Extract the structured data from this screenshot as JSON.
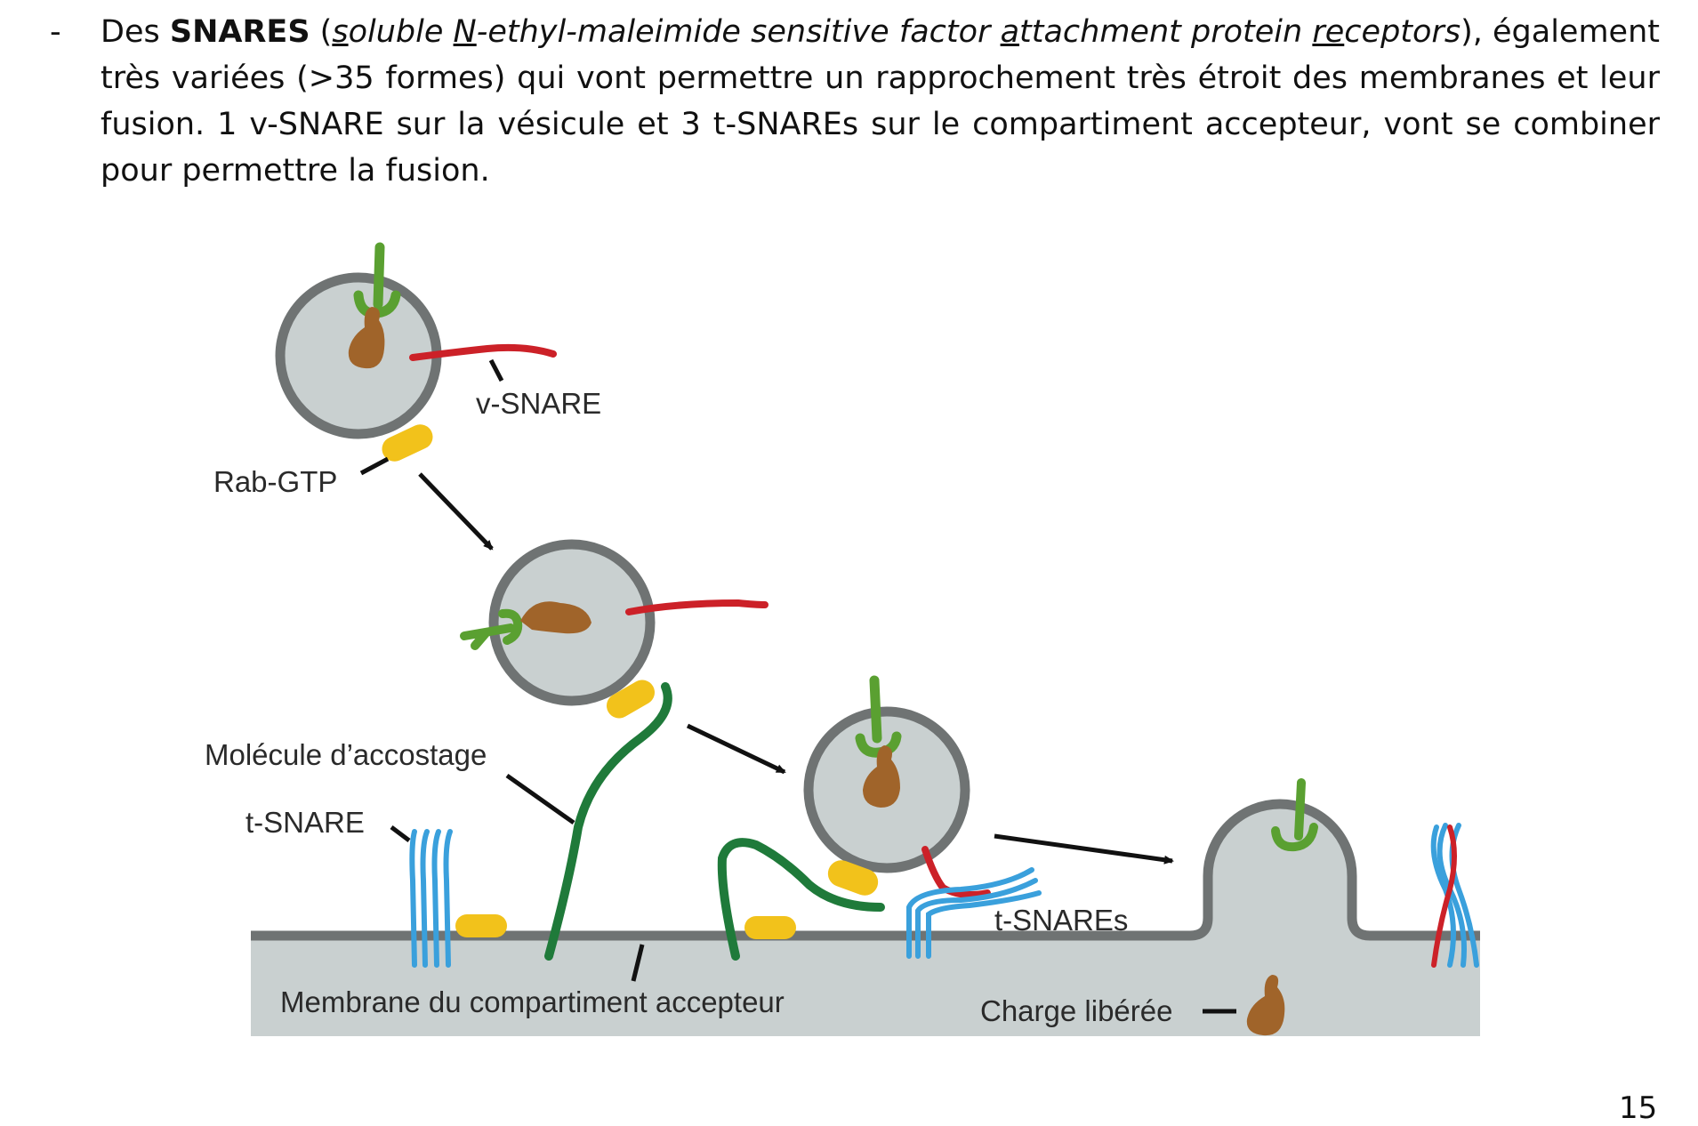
{
  "bullet": {
    "dash": "-",
    "lead": "Des ",
    "term": "SNARES",
    "paren_open": " (",
    "acronym": [
      {
        "u": "s",
        "rest": "oluble "
      },
      {
        "u": "N",
        "rest": "-ethyl-maleimide sensitive factor "
      },
      {
        "u": "a",
        "rest": "ttachment protein "
      },
      {
        "u": "re",
        "rest": "ceptors"
      }
    ],
    "after_acronym": "), également très variées (>35 formes) qui vont permettre un rapprochement très étroit des membranes et leur fusion. 1 v-SNARE sur la vésicule et 3 t-SNAREs sur le compartiment accepteur, vont se combiner pour permettre la fusion."
  },
  "figure": {
    "labels": {
      "v_snare": "v-SNARE",
      "rab_gtp": "Rab-GTP",
      "docking": "Molécule d’accostage",
      "t_snare": "t-SNARE",
      "t_snares": "t-SNAREs",
      "membrane": "Membrane du compartiment accepteur",
      "cargo": "Charge libérée"
    },
    "colors": {
      "membrane_fill": "#c9d0d0",
      "membrane_stroke": "#6f7373",
      "cargo": "#a0642a",
      "rab": "#f2c21b",
      "v_snare": "#cc2128",
      "t_snare": "#3aa0dc",
      "docking": "#1f7a3a",
      "receptor": "#5aa031"
    }
  },
  "page_number": "15"
}
